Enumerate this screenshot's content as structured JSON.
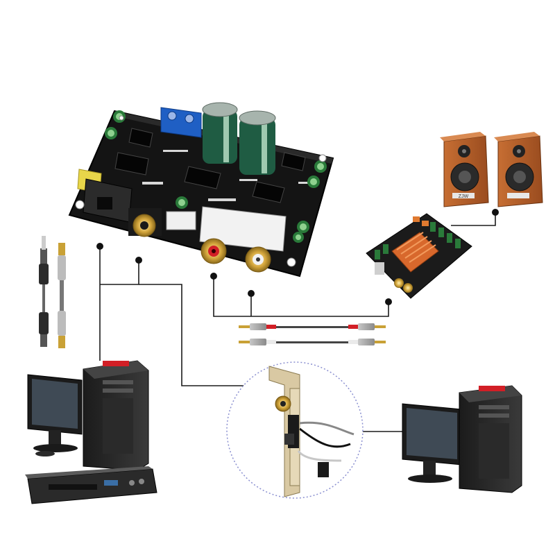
{
  "image": {
    "type": "product-connection-diagram",
    "background": "#ffffff"
  },
  "labels": {
    "speaker_brand": "ZJW"
  },
  "components": [
    {
      "id": "dac-board",
      "icon": "pcb-board-icon"
    },
    {
      "id": "speakers",
      "icon": "speaker-icon"
    },
    {
      "id": "amplifier-board",
      "icon": "amplifier-board-icon"
    },
    {
      "id": "optical-cables",
      "icon": "optical-cable-icon"
    },
    {
      "id": "rca-cable",
      "icon": "rca-cable-icon"
    },
    {
      "id": "coaxial-bracket",
      "icon": "bracket-icon"
    },
    {
      "id": "computer-left",
      "icon": "desktop-computer-icon"
    },
    {
      "id": "computer-right",
      "icon": "desktop-computer-icon"
    },
    {
      "id": "dvd-player",
      "icon": "dvd-player-icon"
    }
  ],
  "colors": {
    "pcb": "#141414",
    "wire": "#1a1a1a",
    "gold": "#c9a136",
    "speaker_wood": "#b8612a",
    "capacitor": "#1f5c43",
    "terminal_blue": "#1f5fc4",
    "amp_heatsink": "#d8682c",
    "rca_red": "#d21f26",
    "circle_dash": "#8a8fd0"
  }
}
